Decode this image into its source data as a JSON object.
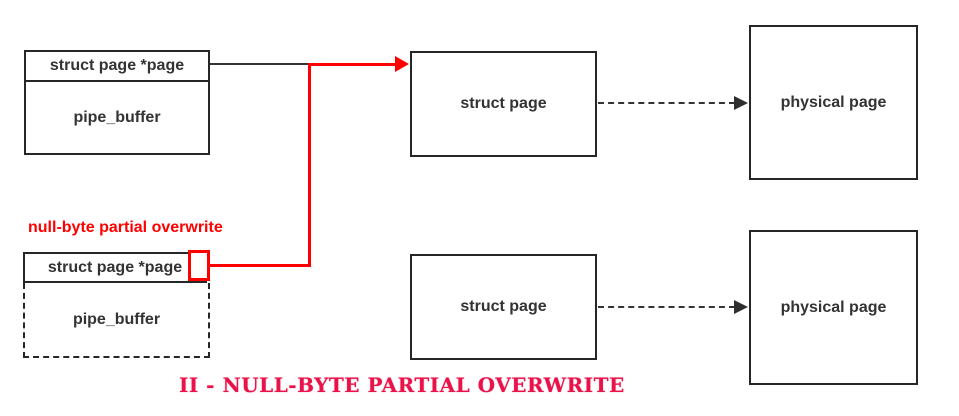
{
  "title": "II - NULL-BYTE PARTIAL OVERWRITE",
  "annotation": "null-byte partial overwrite",
  "boxes": {
    "pipe_top": {
      "field": "struct page *page",
      "body": "pipe_buffer"
    },
    "pipe_bottom": {
      "field": "struct page *page",
      "body": "pipe_buffer"
    },
    "struct_top": "struct page",
    "struct_bottom": "struct page",
    "phys_top": "physical page",
    "phys_bottom": "physical page"
  },
  "colors": {
    "line_dark": "#333333",
    "border_dark": "#262626",
    "overwrite_red": "#ff0000",
    "title_red": "#e9124b"
  }
}
